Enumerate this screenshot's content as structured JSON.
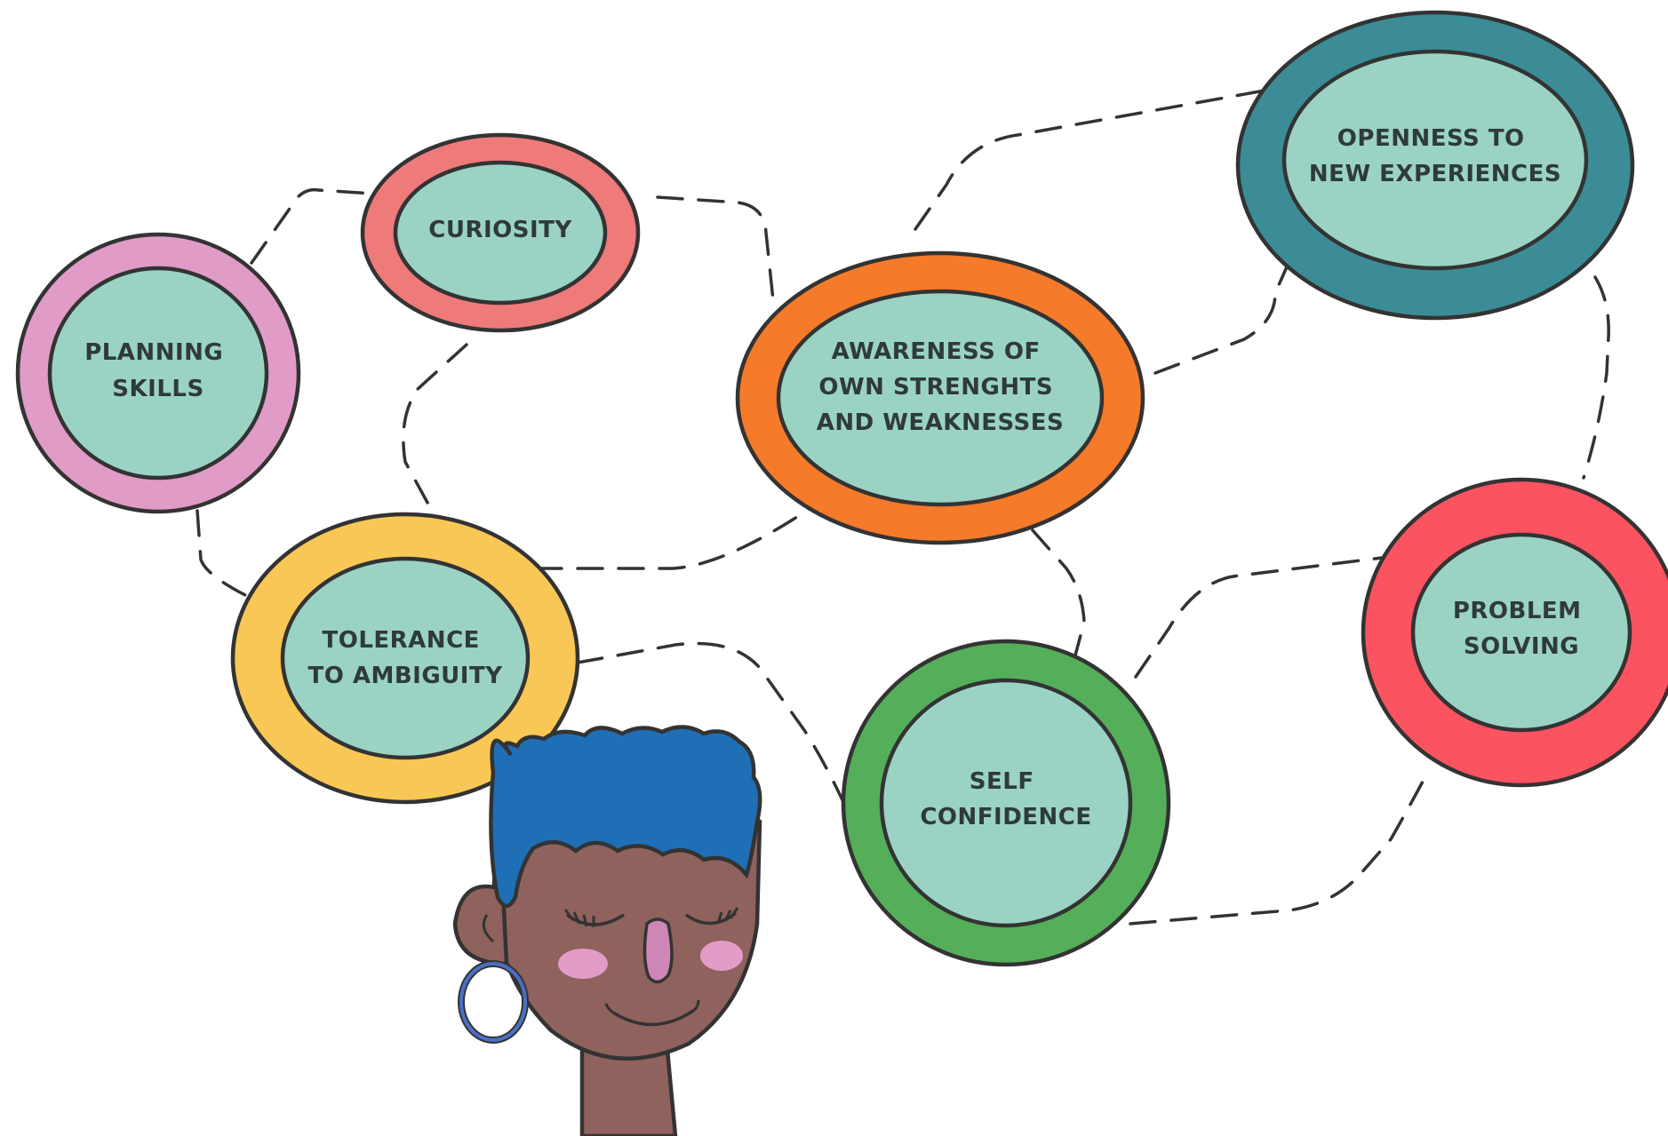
{
  "nodes": [
    {
      "id": "planning",
      "lines": [
        "PLANNING",
        "SKILLS"
      ],
      "ring_color": "#e09bc6",
      "core_color": "#9ad3c4"
    },
    {
      "id": "curiosity",
      "lines": [
        "CURIOSITY"
      ],
      "ring_color": "#ee7a7a",
      "core_color": "#9ad3c4"
    },
    {
      "id": "awareness",
      "lines": [
        "AWARENESS OF",
        "OWN STRENGHTS",
        "AND WEAKNESSES"
      ],
      "ring_color": "#f57a29",
      "core_color": "#9ad3c4"
    },
    {
      "id": "openness",
      "lines": [
        "OPENNESS TO",
        "NEW EXPERIENCES"
      ],
      "ring_color": "#3b8c96",
      "core_color": "#9ad3c4"
    },
    {
      "id": "tolerance",
      "lines": [
        "TOLERANCE",
        "TO AMBIGUITY"
      ],
      "ring_color": "#f9c755",
      "core_color": "#9ad3c4"
    },
    {
      "id": "self-confidence",
      "lines": [
        "SELF",
        "CONFIDENCE"
      ],
      "ring_color": "#55ae5a",
      "core_color": "#9ad3c4"
    },
    {
      "id": "problem-solving",
      "lines": [
        "PROBLEM",
        "SOLVING"
      ],
      "ring_color": "#fb535f",
      "core_color": "#9ad3c4"
    }
  ],
  "colors": {
    "skin": "#8f625d",
    "hair": "#1f6fb7",
    "cheek": "#e39bc8",
    "nose": "#cd86b6",
    "earring": "#4a6fc7"
  }
}
